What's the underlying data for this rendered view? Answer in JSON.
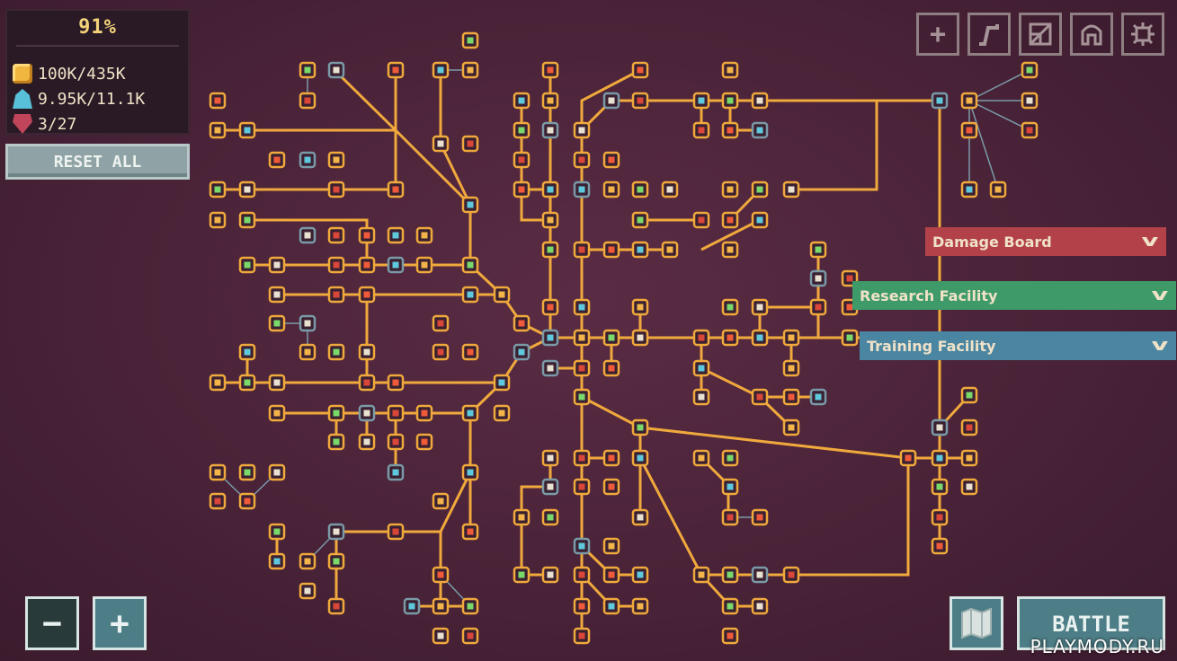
{
  "stats": {
    "percent": "91%",
    "gold": "100K/435K",
    "crystals": "9.95K/11.1K",
    "gems": "3/27"
  },
  "buttons": {
    "reset_all": "RESET ALL",
    "zoom_out": "−",
    "zoom_in": "+",
    "battle": "BATTLE"
  },
  "panels": [
    {
      "label": "Damage Board",
      "color": "#b3414a"
    },
    {
      "label": "Research Facility",
      "color": "#3e9a68"
    },
    {
      "label": "Training Facility",
      "color": "#4a86a1"
    }
  ],
  "toolbar_icons": [
    "add-icon",
    "path-icon",
    "crosshair-icon",
    "helmet-icon",
    "gear-icon"
  ],
  "watermark": "PLAYMODY.RU",
  "colors": {
    "background": "#4a2338",
    "connector": "#f0a93c",
    "node_fill": "#3a2030"
  }
}
